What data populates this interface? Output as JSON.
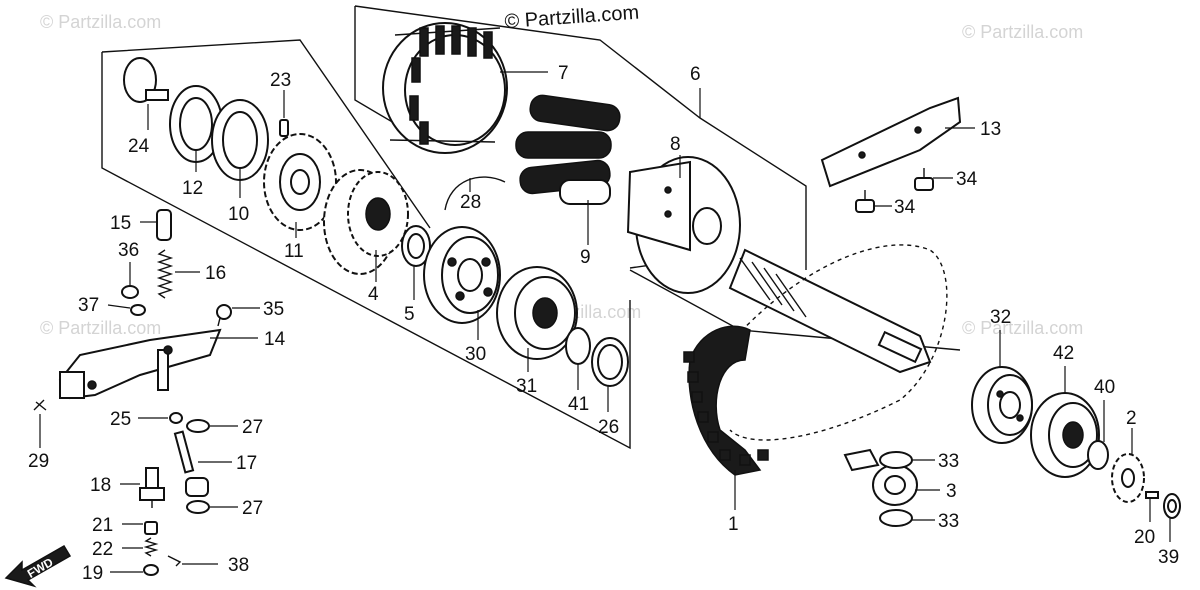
{
  "watermarks": {
    "main": "© Partzilla.com",
    "repeat": "© Partzilla.com"
  },
  "fwd_label": "FWD",
  "callouts": {
    "c1": "1",
    "c2": "2",
    "c3": "3",
    "c4": "4",
    "c5": "5",
    "c6": "6",
    "c7": "7",
    "c8": "8",
    "c9": "9",
    "c10": "10",
    "c11": "11",
    "c12": "12",
    "c13": "13",
    "c14": "14",
    "c15": "15",
    "c16": "16",
    "c17": "17",
    "c18": "18",
    "c19": "19",
    "c20": "20",
    "c21": "21",
    "c22": "22",
    "c23": "23",
    "c24": "24",
    "c25": "25",
    "c26": "26",
    "c27a": "27",
    "c27b": "27",
    "c28": "28",
    "c29": "29",
    "c30": "30",
    "c31": "31",
    "c32": "32",
    "c33a": "33",
    "c33b": "33",
    "c34a": "34",
    "c34b": "34",
    "c35": "35",
    "c36": "36",
    "c37": "37",
    "c38": "38",
    "c39": "39",
    "c40": "40",
    "c41": "41",
    "c42": "42"
  }
}
